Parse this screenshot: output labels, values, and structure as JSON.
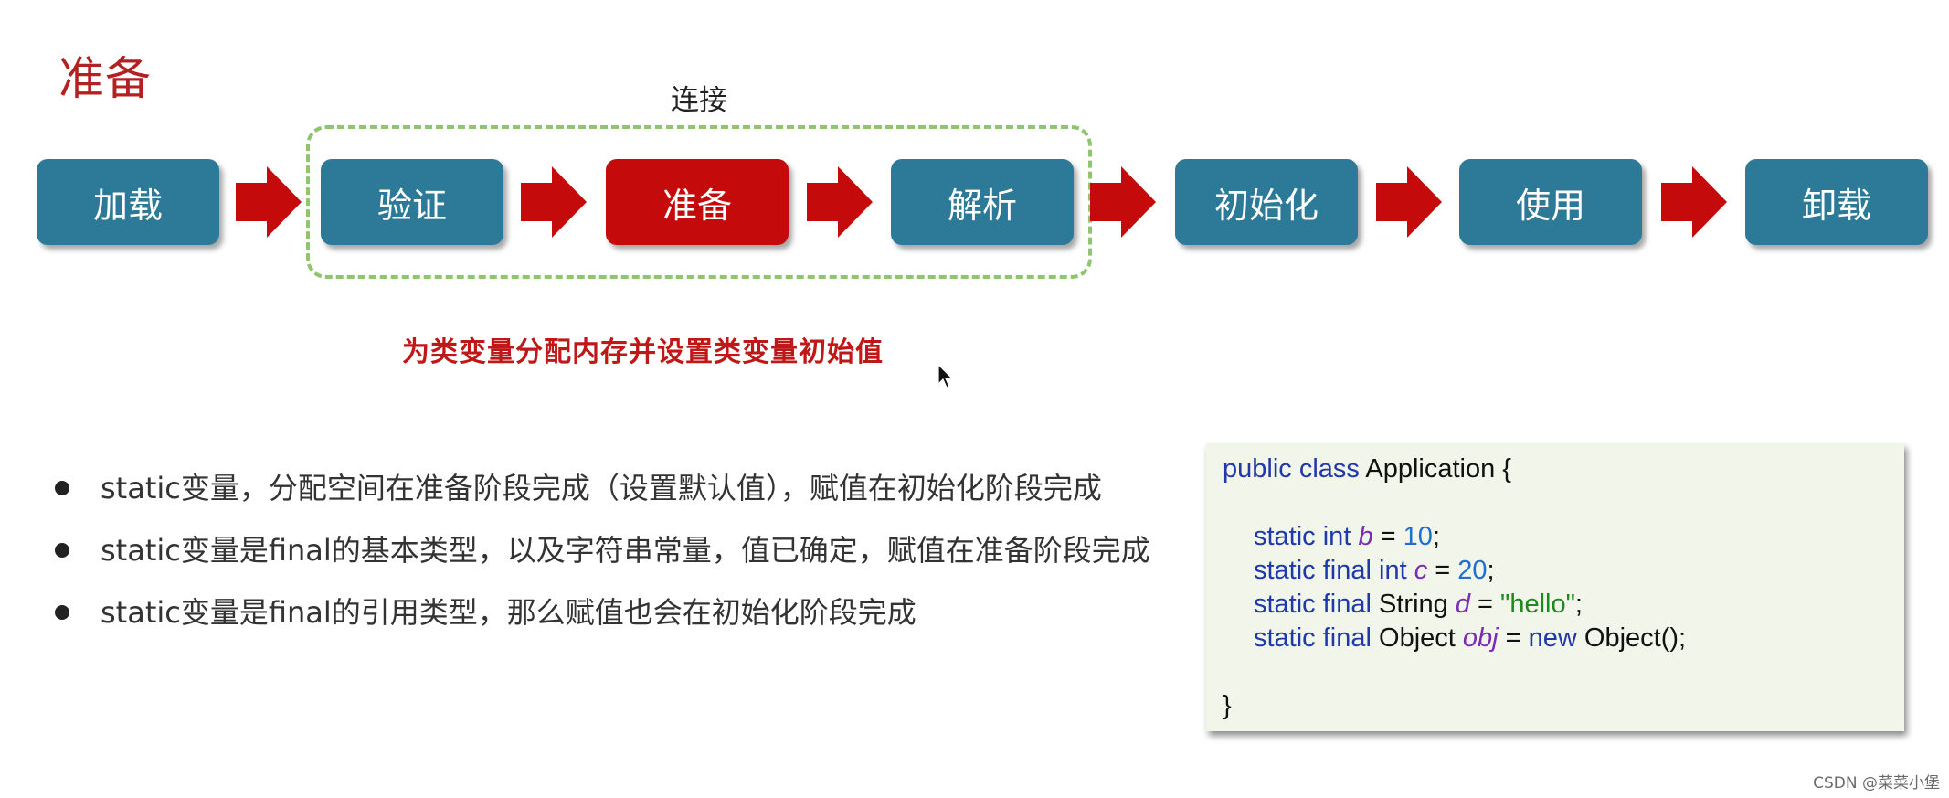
{
  "page": {
    "title": "准备",
    "group_label": "连接",
    "highlight": "为类变量分配内存并设置类变量初始值",
    "watermark": "CSDN @菜菜小堡"
  },
  "stages": [
    {
      "label": "加载",
      "active": false
    },
    {
      "label": "验证",
      "active": false
    },
    {
      "label": "准备",
      "active": true
    },
    {
      "label": "解析",
      "active": false
    },
    {
      "label": "初始化",
      "active": false
    },
    {
      "label": "使用",
      "active": false
    },
    {
      "label": "卸载",
      "active": false
    }
  ],
  "bullets": [
    "static变量，分配空间在准备阶段完成（设置默认值），赋值在初始化阶段完成",
    "static变量是final的基本类型，以及字符串常量，值已确定，赋值在准备阶段完成",
    "static变量是final的引用类型，那么赋值也会在初始化阶段完成"
  ],
  "code": {
    "line1": {
      "kw": "public class",
      "rest": " Application {"
    },
    "line2": {
      "kw": "static int",
      "sp": " ",
      "var": "b",
      "eq": " = ",
      "num": "10",
      "end": ";"
    },
    "line3": {
      "kw": "static final int",
      "sp": " ",
      "var": "c",
      "eq": " = ",
      "num": "20",
      "end": ";"
    },
    "line4": {
      "kw": "static final",
      "type": " String ",
      "var": "d",
      "eq": " = ",
      "str": "\"hello\"",
      "end": ";"
    },
    "line5": {
      "kw": "static final",
      "type": " Object ",
      "var": "obj",
      "eq": " = ",
      "kw2": "new",
      "end": " Object();"
    },
    "close": "}"
  },
  "colors": {
    "stage": "#2c7a97",
    "stage_active": "#c40a0a",
    "arrow": "#c40a0a",
    "group_border": "#8fc66b",
    "title": "#b22222"
  },
  "icons": {
    "arrow": "right-arrow-icon",
    "cursor": "mouse-cursor-icon"
  }
}
